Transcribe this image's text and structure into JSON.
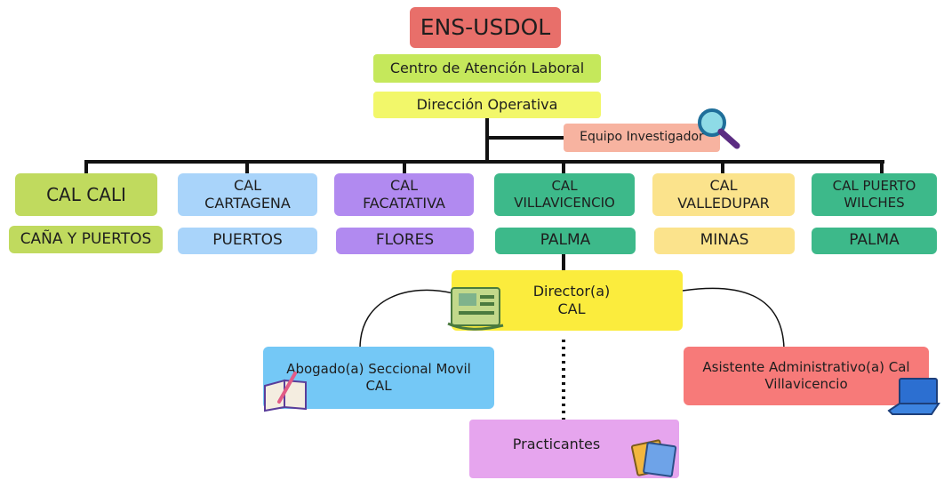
{
  "top": {
    "title": "ENS-USDOL",
    "center": "Centro de Atención Laboral",
    "direction": "Dirección Operativa",
    "team": "Equipo Investigador"
  },
  "branches": [
    {
      "name": "CAL CALI",
      "sector": "CAÑA Y PUERTOS"
    },
    {
      "name": "CAL CARTAGENA",
      "sector": "PUERTOS"
    },
    {
      "name": "CAL FACATATIVA",
      "sector": "FLORES"
    },
    {
      "name": "CAL VILLAVICENCIO",
      "sector": "PALMA"
    },
    {
      "name": "CAL VALLEDUPAR",
      "sector": "MINAS"
    },
    {
      "name": "CAL PUERTO WILCHES",
      "sector": "PALMA"
    }
  ],
  "detail": {
    "director": "Director(a) CAL",
    "lawyer": "Abogado(a) Seccional Movil CAL",
    "assistant": "Asistente Administrativo(a) Cal Villavicencio",
    "interns": "Practicantes"
  },
  "colors": {
    "red": "#e86f6a",
    "lime": "#c5e85b",
    "yellow": "#f2f76a",
    "salmon": "#f7b3a0",
    "green": "#c0da5e",
    "blue": "#a9d4fa",
    "purple": "#b18af0",
    "teal": "#3db98a",
    "gold": "#fbe38c",
    "director": "#fbec3d",
    "lawyer": "#74c8f6",
    "assistant": "#f77a79",
    "interns": "#e6a5ee"
  }
}
